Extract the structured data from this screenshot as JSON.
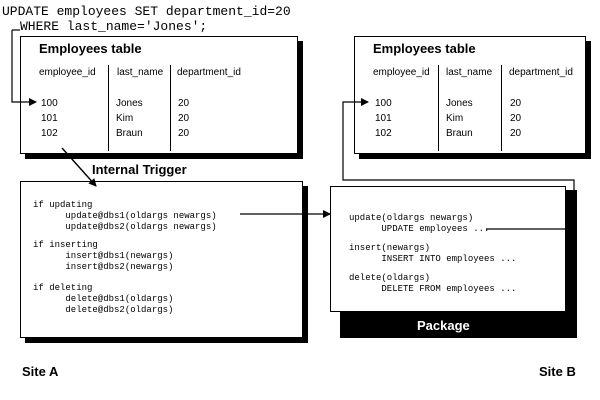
{
  "sql": {
    "line1": "UPDATE employees SET department_id=20",
    "line2": "WHERE last_name='Jones';"
  },
  "site_a": {
    "table_title": "Employees table",
    "columns": [
      "employee_id",
      "last_name",
      "department_id"
    ],
    "rows": [
      [
        "100",
        "Jones",
        "20"
      ],
      [
        "101",
        "Kim",
        "20"
      ],
      [
        "102",
        "Braun",
        "20"
      ]
    ],
    "trigger_label": "Internal Trigger",
    "code": [
      "if updating",
      "      update@dbs1(oldargs newargs)",
      "      update@dbs2(oldargs newargs)",
      "",
      "if inserting",
      "      insert@dbs1(newargs)",
      "      insert@dbs2(newargs)",
      "",
      "if deleting",
      "      delete@dbs1(oldargs)",
      "      delete@dbs2(oldargs)"
    ],
    "site_label": "Site A"
  },
  "site_b": {
    "table_title": "Employees table",
    "columns": [
      "employee_id",
      "last_name",
      "department_id"
    ],
    "rows": [
      [
        "100",
        "Jones",
        "20"
      ],
      [
        "101",
        "Kim",
        "20"
      ],
      [
        "102",
        "Braun",
        "20"
      ]
    ],
    "code": [
      "update(oldargs newargs)",
      "      UPDATE employees ...",
      "",
      "insert(newargs)",
      "      INSERT INTO employees ...",
      "",
      "delete(oldargs)",
      "      DELETE FROM employees ..."
    ],
    "package_label": "Package",
    "site_label": "Site B"
  }
}
